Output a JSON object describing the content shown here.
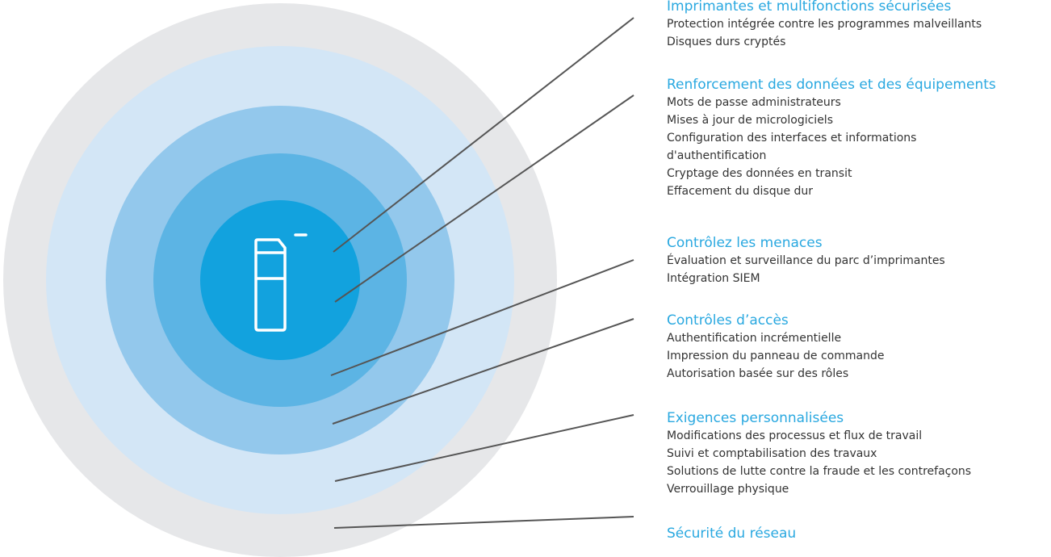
{
  "sections": [
    {
      "title": "Imprimantes et multifonctions sécurisées",
      "items": [
        "Protection intégrée contre les programmes malveillants",
        "Disques durs cryptés"
      ]
    },
    {
      "title": "Renforcement des données et des équipements",
      "items": [
        "Mots de passe administrateurs",
        "Mises à jour de micrologiciels",
        "Configuration des interfaces et informations",
        "d'authentification",
        "Cryptage des données en transit",
        "Effacement du disque dur"
      ]
    },
    {
      "title": "Contrôlez les menaces",
      "items": [
        "Évaluation et surveillance du parc d’imprimantes",
        "Intégration SIEM"
      ]
    },
    {
      "title": "Contrôles d’accès",
      "items": [
        "Authentification incrémentielle",
        "Impression du panneau de commande",
        "Autorisation basée sur des rôles"
      ]
    },
    {
      "title": "Exigences personnalisées",
      "items": [
        "Modifications des processus et flux de travail",
        "Suivi et comptabilisation des travaux",
        "Solutions de lutte contre la fraude et les contrefaçons",
        "Verrouillage physique"
      ]
    },
    {
      "title": "Sécurité du réseau",
      "items": []
    }
  ],
  "colors": {
    "ring_outer": "#e6e7e9",
    "ring_2": "#d3e6f6",
    "ring_3": "#93c8ec",
    "ring_4": "#5cb4e4",
    "core": "#12a2de",
    "title": "#29a8e0",
    "text": "#333333",
    "leader": "#555555"
  },
  "icons": {
    "center": "printer-icon"
  }
}
